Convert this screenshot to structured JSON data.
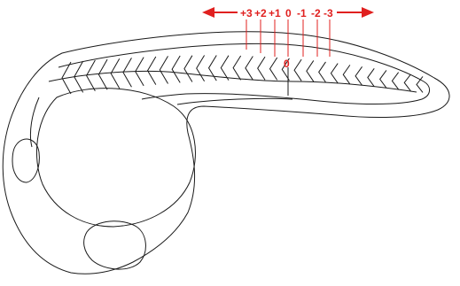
{
  "diagram": {
    "label_color": "#e0201f",
    "outline_color": "#1a1a1a",
    "scale_labels": [
      "+3",
      "+2",
      "+1",
      "0",
      "-1",
      "-2",
      "-3"
    ],
    "origin_label": "0",
    "arrow_left": "left-arrow",
    "arrow_right": "right-arrow"
  }
}
